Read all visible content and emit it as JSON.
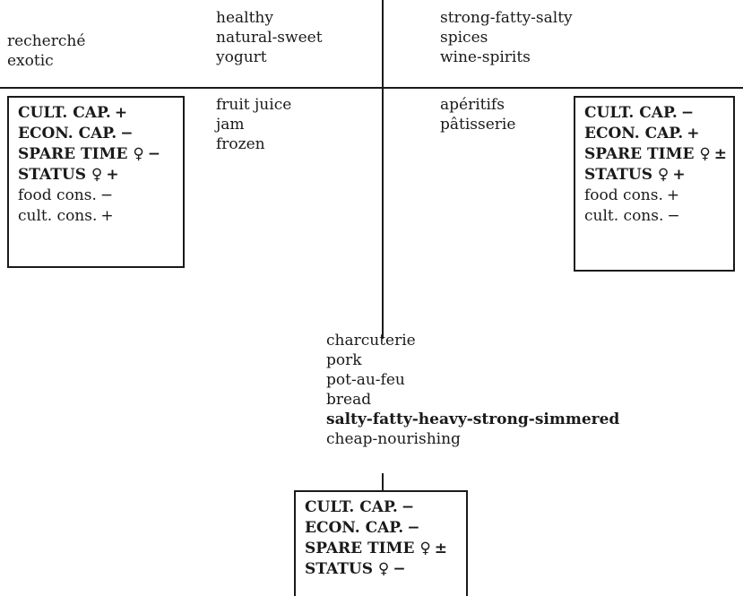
{
  "top_left_words": [
    "recherché",
    "exotic"
  ],
  "top_middle_left_words": [
    "healthy",
    "natural-sweet",
    "yogurt"
  ],
  "top_middle_right_words": [
    "strong-fatty-salty",
    "spices",
    "wine-spirits"
  ],
  "below_left_words": [
    "fruit juice",
    "jam",
    "frozen"
  ],
  "below_right_words": [
    "apéritifs",
    "pâtisserie"
  ],
  "bottom_words": [
    "charcuterie",
    "pork",
    "pot-au-feu",
    "bread",
    "salty-fatty-heavy-strong-simmered",
    "cheap-nourishing"
  ],
  "left_box": {
    "rows": [
      {
        "label": "CULT. CAP.",
        "sign": "+"
      },
      {
        "label": "ECON. CAP.",
        "sign": "−"
      },
      {
        "label": "SPARE TIME ♀",
        "sign": "−"
      },
      {
        "label": "STATUS ♀",
        "sign": "+"
      },
      {
        "label": "food cons.",
        "sign": "−"
      },
      {
        "label": "cult. cons.",
        "sign": "+"
      }
    ]
  },
  "right_box": {
    "rows": [
      {
        "label": "CULT. CAP.",
        "sign": "−"
      },
      {
        "label": "ECON. CAP.",
        "sign": "+"
      },
      {
        "label": "SPARE TIME ♀",
        "sign": "±"
      },
      {
        "label": "STATUS ♀",
        "sign": "+"
      },
      {
        "label": "food cons.",
        "sign": "+"
      },
      {
        "label": "cult. cons.",
        "sign": "−"
      }
    ]
  },
  "bottom_box": {
    "rows": [
      {
        "label": "CULT. CAP.",
        "sign": "−"
      },
      {
        "label": "ECON. CAP.",
        "sign": "−"
      },
      {
        "label": "SPARE TIME ♀",
        "sign": "±"
      },
      {
        "label": "STATUS ♀",
        "sign": "−"
      }
    ]
  }
}
